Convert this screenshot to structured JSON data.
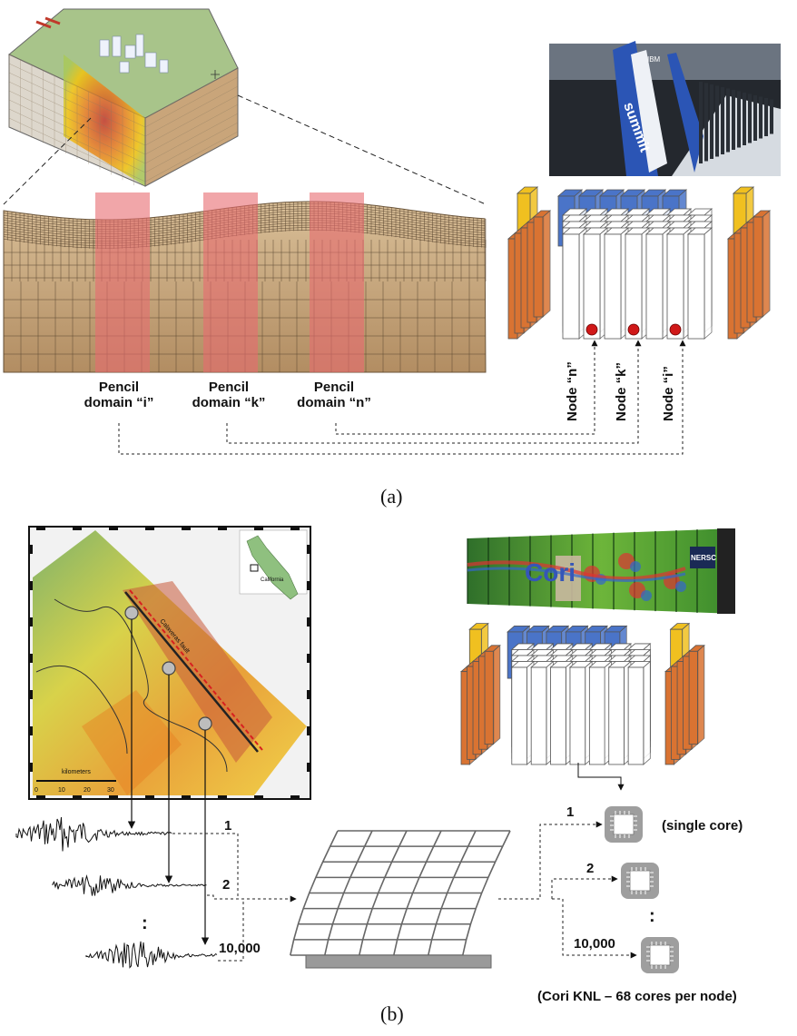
{
  "panel_a": {
    "caption": "(a)",
    "pencils": [
      {
        "line1": "Pencil",
        "line2": "domain “i”"
      },
      {
        "line1": "Pencil",
        "line2": "domain “k”"
      },
      {
        "line1": "Pencil",
        "line2": "domain “n”"
      }
    ],
    "nodes": [
      "Node “n”",
      "Node “k”",
      "Node “i”"
    ],
    "summit_photo": {
      "brand_text": "summit",
      "vendor_text": "IBM"
    }
  },
  "panel_b": {
    "caption": "(b)",
    "map": {
      "inset_label": "California",
      "fault_label": "Calaveras fault",
      "scale_label": "kilometers",
      "scale_ticks": [
        "0",
        "10",
        "20",
        "30"
      ]
    },
    "cori_photo": {
      "brand_text": "Cori",
      "center_text": "NERSC"
    },
    "record_labels": [
      "1",
      "2",
      ":",
      "10,000"
    ],
    "core_labels": [
      "1",
      "2",
      ":",
      "10,000"
    ],
    "single_core_label": "(single core)",
    "cori_label": "(Cori KNL – 68 cores per node)"
  },
  "colors": {
    "soil": "#c7a57a",
    "pencil": "#e86a6f",
    "orange": "#d97332",
    "blue": "#4a74c8",
    "yellow": "#f0c020",
    "core": "#9e9e9e"
  }
}
